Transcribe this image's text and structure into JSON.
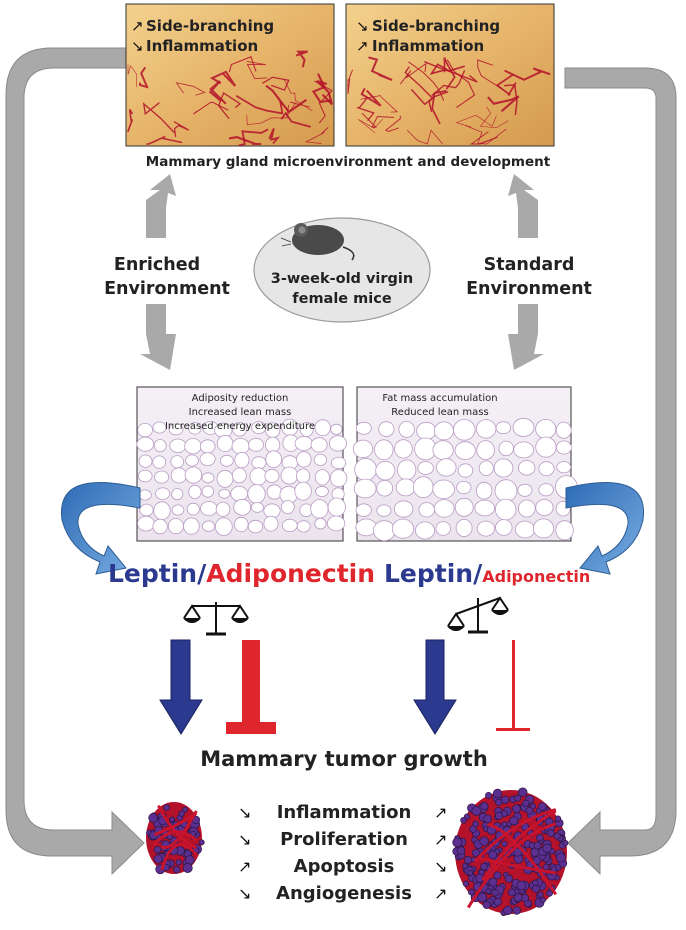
{
  "whole_mount_left": {
    "line1": "Side-branching",
    "line2": "Inflammation",
    "arrow1": "up",
    "arrow2": "down"
  },
  "whole_mount_right": {
    "line1": "Side-branching",
    "line2": "Inflammation",
    "arrow1": "down",
    "arrow2": "up"
  },
  "mammary_caption": "Mammary gland microenvironment and development",
  "enriched_label": [
    "Enriched",
    "Environment"
  ],
  "standard_label": [
    "Standard",
    "Environment"
  ],
  "mouse_label": [
    "3-week-old virgin",
    "female mice"
  ],
  "histo_left": [
    "Adiposity reduction",
    "Increased lean mass",
    "Increased energy expenditure"
  ],
  "histo_right": [
    "Fat mass accumulation",
    "Reduced lean mass"
  ],
  "ratio_left": {
    "leptin": "Leptin/",
    "adiponectin": "Adiponectin"
  },
  "ratio_right": {
    "leptin": "Leptin/",
    "adiponectin": "Adiponectin"
  },
  "tumor_growth": "Mammary tumor growth",
  "outcomes": [
    {
      "label": "Inflammation",
      "left": "down",
      "right": "up"
    },
    {
      "label": "Proliferation",
      "left": "down",
      "right": "up"
    },
    {
      "label": "Apoptosis",
      "left": "up",
      "right": "down"
    },
    {
      "label": "Angiogenesis",
      "left": "down",
      "right": "up"
    }
  ],
  "colors": {
    "leptin": "#2b3a8f",
    "adiponectin": "#e0262d",
    "gray_arrow": "#a9a9a9",
    "blue_curve": "#4a87c8",
    "vessel": "#b3122a",
    "tissue_bg": "#e8b870"
  }
}
